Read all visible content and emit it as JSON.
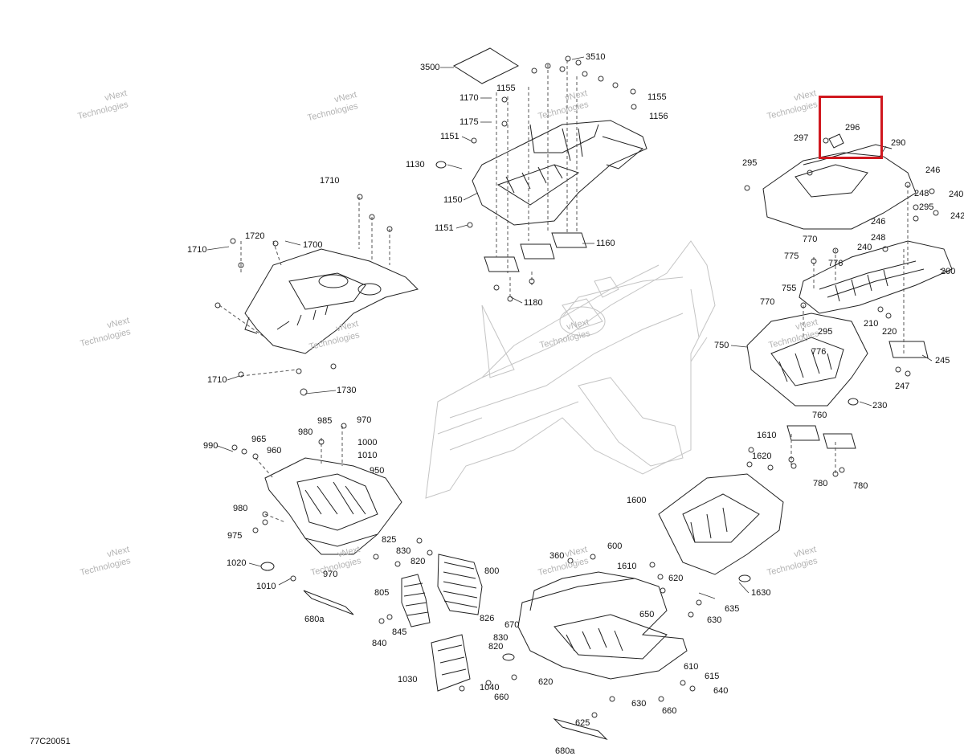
{
  "diagram_code": "77C20051",
  "watermark": {
    "line1": "vNext",
    "line2": "Technologies"
  },
  "highlight_color": "#d0181f",
  "callouts": [
    "3500",
    "3510",
    "1170",
    "1155",
    "1155",
    "1175",
    "1156",
    "1151",
    "1130",
    "1150",
    "1151",
    "1160",
    "1180",
    "1710",
    "1710",
    "1720",
    "1700",
    "1710",
    "1730",
    "985",
    "970",
    "990",
    "965",
    "960",
    "980",
    "1000",
    "1010",
    "950",
    "980",
    "975",
    "1020",
    "1010",
    "970",
    "825",
    "830",
    "820",
    "805",
    "800",
    "845",
    "840",
    "826",
    "830",
    "820",
    "1030",
    "1040",
    "660",
    "620",
    "670",
    "360",
    "600",
    "1610",
    "620",
    "650",
    "635",
    "630",
    "610",
    "615",
    "640",
    "630",
    "660",
    "625",
    "680a",
    "680a",
    "1600",
    "1610",
    "1620",
    "1630",
    "760",
    "780",
    "780",
    "297",
    "296",
    "290",
    "295",
    "246",
    "248",
    "240",
    "295",
    "242",
    "246",
    "770",
    "248",
    "775",
    "776",
    "200",
    "240",
    "755",
    "770",
    "295",
    "210",
    "220",
    "750",
    "776",
    "245",
    "247",
    "230"
  ]
}
